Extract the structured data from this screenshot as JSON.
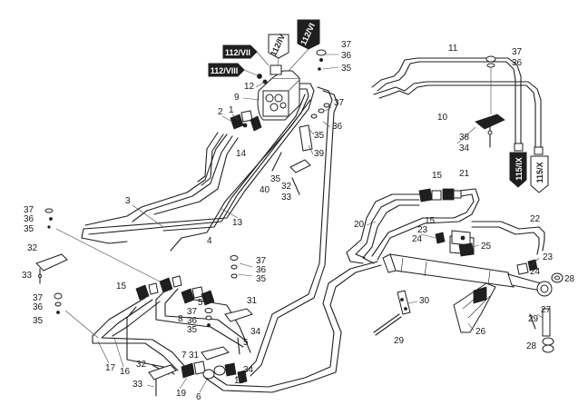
{
  "diagram": {
    "callouts": [
      {
        "id": "c37a",
        "text": "37"
      },
      {
        "id": "c36a",
        "text": "36"
      },
      {
        "id": "c35a",
        "text": "35"
      },
      {
        "id": "c12",
        "text": "12"
      },
      {
        "id": "c9",
        "text": "9"
      },
      {
        "id": "c1",
        "text": "1"
      },
      {
        "id": "c2",
        "text": "2"
      },
      {
        "id": "c37b",
        "text": "37"
      },
      {
        "id": "c36b",
        "text": "36"
      },
      {
        "id": "c35b",
        "text": "35"
      },
      {
        "id": "c14",
        "text": "14"
      },
      {
        "id": "c39",
        "text": "39"
      },
      {
        "id": "c35c",
        "text": "35"
      },
      {
        "id": "c40",
        "text": "40"
      },
      {
        "id": "c32a",
        "text": "32"
      },
      {
        "id": "c33a",
        "text": "33"
      },
      {
        "id": "c11",
        "text": "11"
      },
      {
        "id": "c37c",
        "text": "37"
      },
      {
        "id": "c36c",
        "text": "36"
      },
      {
        "id": "c10",
        "text": "10"
      },
      {
        "id": "c38",
        "text": "38"
      },
      {
        "id": "c34a",
        "text": "34"
      },
      {
        "id": "c15a",
        "text": "15"
      },
      {
        "id": "c21",
        "text": "21"
      },
      {
        "id": "c3",
        "text": "3"
      },
      {
        "id": "c13",
        "text": "13"
      },
      {
        "id": "c37d",
        "text": "37"
      },
      {
        "id": "c36d",
        "text": "36"
      },
      {
        "id": "c35d",
        "text": "35"
      },
      {
        "id": "c4",
        "text": "4"
      },
      {
        "id": "c32b",
        "text": "32"
      },
      {
        "id": "c33b",
        "text": "33"
      },
      {
        "id": "c37e",
        "text": "37"
      },
      {
        "id": "c36e",
        "text": "36"
      },
      {
        "id": "c35e",
        "text": "35"
      },
      {
        "id": "c15b",
        "text": "15"
      },
      {
        "id": "c37f",
        "text": "37"
      },
      {
        "id": "c36f",
        "text": "36"
      },
      {
        "id": "c35f",
        "text": "35"
      },
      {
        "id": "c37g",
        "text": "37"
      },
      {
        "id": "c36g",
        "text": "36"
      },
      {
        "id": "c35g",
        "text": "35"
      },
      {
        "id": "c5a",
        "text": "5"
      },
      {
        "id": "c8",
        "text": "8"
      },
      {
        "id": "c31a",
        "text": "31"
      },
      {
        "id": "c34b",
        "text": "34"
      },
      {
        "id": "c5b",
        "text": "5"
      },
      {
        "id": "c7",
        "text": "7"
      },
      {
        "id": "c31b",
        "text": "31"
      },
      {
        "id": "c34c",
        "text": "34"
      },
      {
        "id": "c17",
        "text": "17"
      },
      {
        "id": "c16",
        "text": "16"
      },
      {
        "id": "c32c",
        "text": "32"
      },
      {
        "id": "c33c",
        "text": "33"
      },
      {
        "id": "c19",
        "text": "19"
      },
      {
        "id": "c6",
        "text": "6"
      },
      {
        "id": "c18",
        "text": "18"
      },
      {
        "id": "c20",
        "text": "20"
      },
      {
        "id": "c15c",
        "text": "15"
      },
      {
        "id": "c23a",
        "text": "23"
      },
      {
        "id": "c24a",
        "text": "24"
      },
      {
        "id": "c25",
        "text": "25"
      },
      {
        "id": "c22",
        "text": "22"
      },
      {
        "id": "c23b",
        "text": "23"
      },
      {
        "id": "c24b",
        "text": "24"
      },
      {
        "id": "c28a",
        "text": "28"
      },
      {
        "id": "c30",
        "text": "30"
      },
      {
        "id": "c26",
        "text": "26"
      },
      {
        "id": "c29a",
        "text": "29"
      },
      {
        "id": "c27",
        "text": "27"
      },
      {
        "id": "c29b",
        "text": "29"
      },
      {
        "id": "c28b",
        "text": "28"
      }
    ],
    "reference_tags": {
      "t112_4": "112/IV",
      "t112_6": "112/VI",
      "t112_7": "112/VII",
      "t112_8": "112/VIII",
      "t115_9": "115/IX",
      "t115_10": "115/X"
    }
  }
}
